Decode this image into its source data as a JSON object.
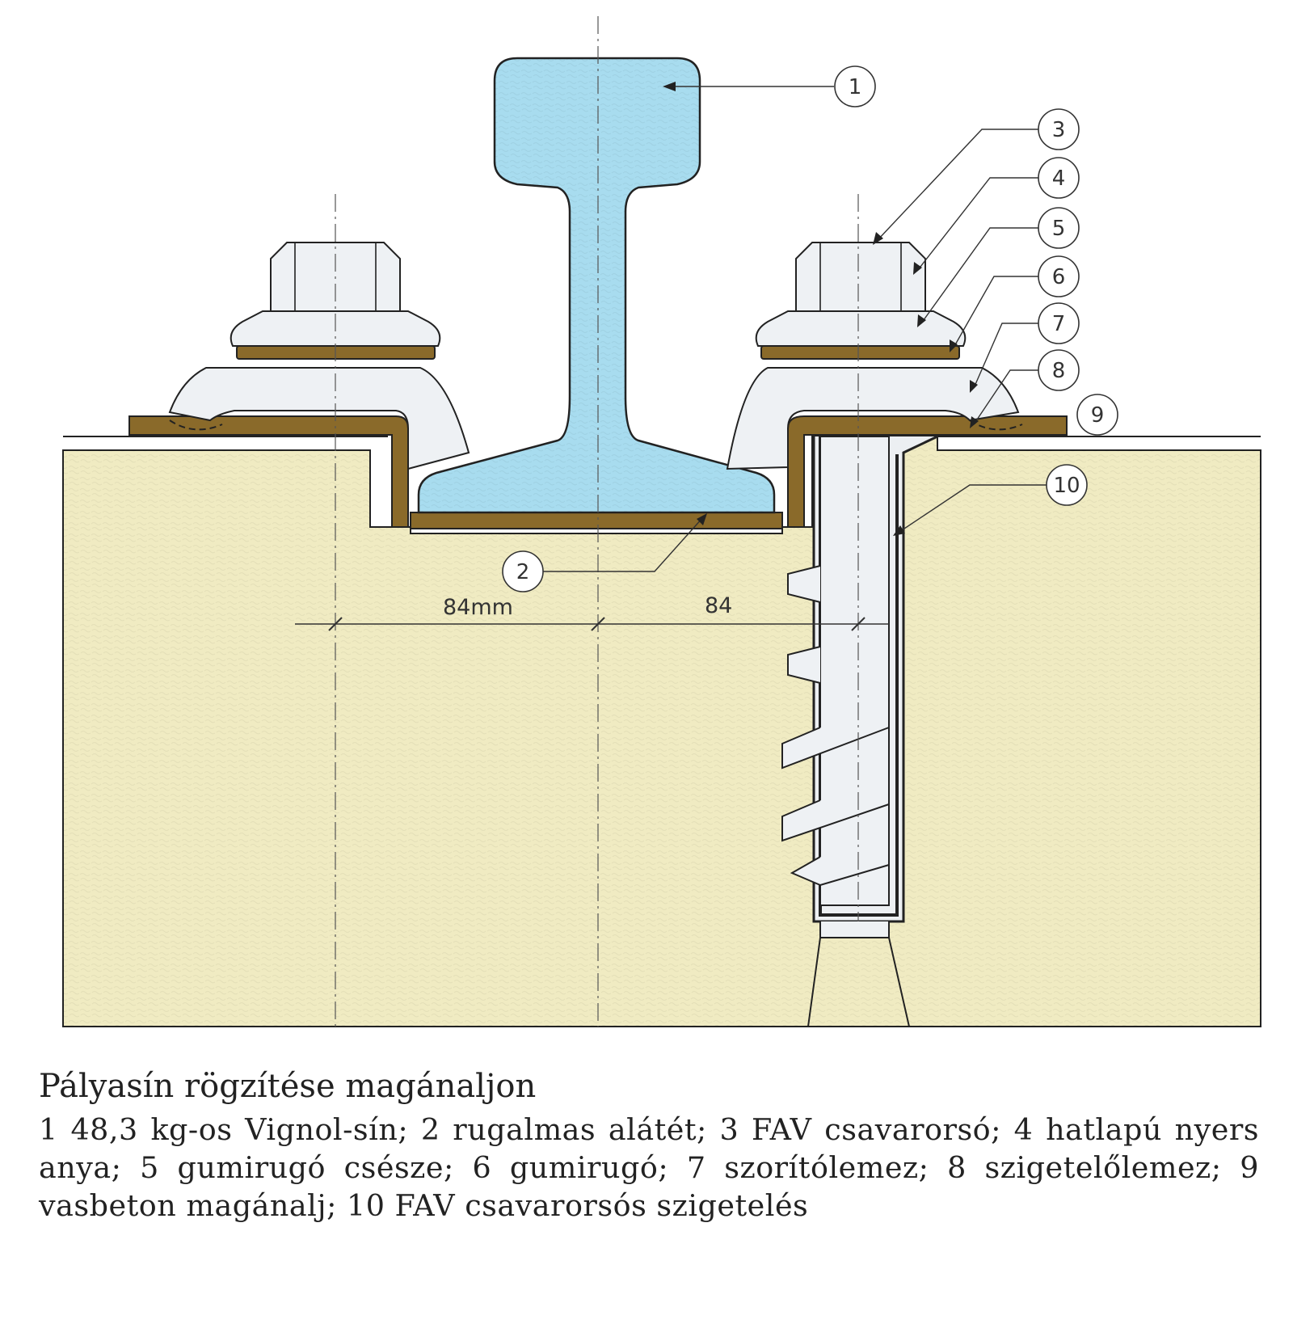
{
  "callouts": [
    "1",
    "2",
    "3",
    "4",
    "5",
    "6",
    "7",
    "8",
    "9",
    "10"
  ],
  "dimensions": {
    "left": "84mm",
    "right": "84"
  },
  "caption": {
    "title": "Pályasín rögzítése magánaljon",
    "body": "1 48,3 kg-os Vignol-sín; 2 rugalmas alátét; 3 FAV csavarorsó; 4 hatlapú nyers anya; 5 gumirugó csésze; 6 gumirugó; 7 szorítólemez; 8 szigetelőlemez; 9 vasbeton magánalj; 10 FAV csavarorsós szigetelés"
  },
  "colors": {
    "rail": "#a8dcef",
    "concrete": "#f0ebc2",
    "rubber_pad": "#8a6a2a",
    "steel": "#eef1f4",
    "outline": "#222222"
  }
}
